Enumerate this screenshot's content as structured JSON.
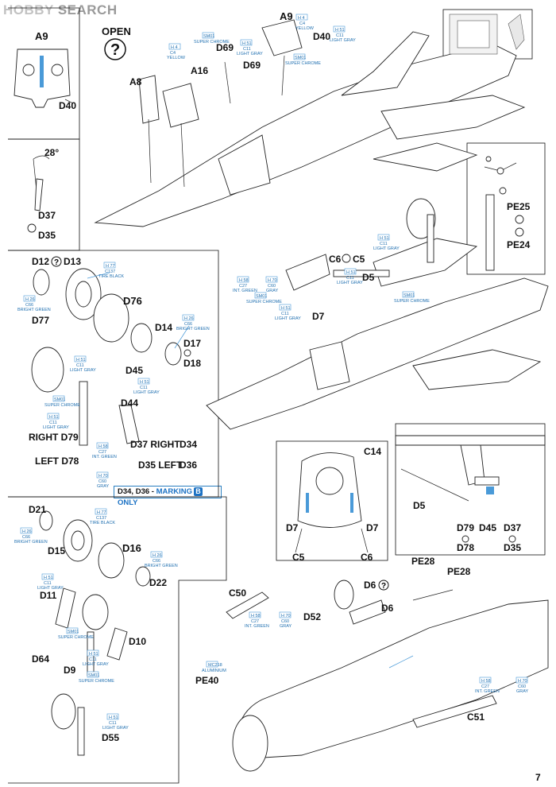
{
  "watermark": {
    "left": "HOBBY",
    "right": " SEARCH"
  },
  "page_number": "7",
  "open_label": "OPEN",
  "marking_note": {
    "prefix": "D34, D36 - ",
    "word": "MARKING",
    "tag": "B",
    "suffix": " ONLY"
  },
  "parts": {
    "a9_top": "A9",
    "d40_inset": "D40",
    "a9_main": "A9",
    "d40_main": "D40",
    "d69_a": "D69",
    "d69_b": "D69",
    "a16": "A16",
    "a8": "A8",
    "angle": "28°",
    "d37_inset": "D37",
    "d35_inset": "D35",
    "pe25": "PE25",
    "pe24": "PE24",
    "d12": "D12",
    "d13": "D13",
    "d76": "D76",
    "d77": "D77",
    "d14": "D14",
    "d17": "D17",
    "d18": "D18",
    "d45": "D45",
    "d44": "D44",
    "right_d79": "RIGHT D79",
    "left_d78": "LEFT D78",
    "d37_right": "D37 RIGHT",
    "d34": "D34",
    "d35_left": "D35 LEFT",
    "d36": "D36",
    "c6": "C6",
    "c5": "C5",
    "d5": "D5",
    "d7": "D7",
    "c14": "C14",
    "d7_l": "D7",
    "d7_r": "D7",
    "c5_b": "C5",
    "c6_b": "C6",
    "d5_detail": "D5",
    "d79": "D79",
    "d78": "D78",
    "d45_detail": "D45",
    "d37_detail": "D37",
    "d35_detail": "D35",
    "d21": "D21",
    "d15": "D15",
    "d16": "D16",
    "d22": "D22",
    "d11": "D11",
    "d10": "D10",
    "d64": "D64",
    "d9": "D9",
    "d55": "D55",
    "c50": "C50",
    "d52": "D52",
    "pe40": "PE40",
    "d6_a": "D6",
    "d6_b": "D6",
    "pe28_a": "PE28",
    "pe28_b": "PE28",
    "c51": "C51"
  },
  "paint_codes": {
    "h4_yellow": [
      "H 4",
      "C4",
      "YELLOW"
    ],
    "sm01_chrome": [
      "SM01",
      "SUPER CHROME"
    ],
    "h51_gray": [
      "H 51",
      "C11",
      "LIGHT GRAY"
    ],
    "h77_tire": [
      "H 77",
      "C137",
      "TIRE BLACK"
    ],
    "h26_green": [
      "H 26",
      "C66",
      "BRIGHT GREEN"
    ],
    "h58_int": [
      "H 58",
      "C27",
      "INT. GREEN"
    ],
    "h70_gray": [
      "H 70",
      "C60",
      "GRAY"
    ],
    "mc218": [
      "MC218",
      "ALUMINIUM"
    ]
  }
}
